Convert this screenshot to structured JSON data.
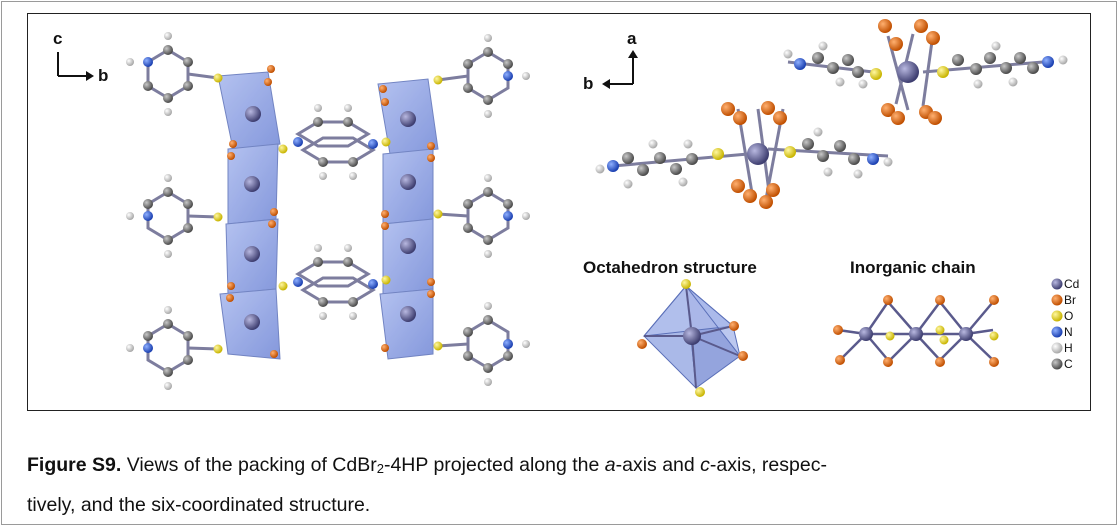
{
  "figure": {
    "panel_left_axes": {
      "vertical": "c",
      "horizontal": "b"
    },
    "panel_right_axes": {
      "vertical": "a",
      "horizontal": "b"
    },
    "octahedron_label": "Octahedron structure",
    "chain_label": "Inorganic chain",
    "legend": [
      {
        "label": "Cd",
        "color": "#5a5a8c"
      },
      {
        "label": "Br",
        "color": "#e06a10"
      },
      {
        "label": "O",
        "color": "#e8d818"
      },
      {
        "label": "N",
        "color": "#2a5ad8"
      },
      {
        "label": "H",
        "color": "#e8e8e8"
      },
      {
        "label": "C",
        "color": "#707070"
      }
    ]
  },
  "caption": {
    "label": "Figure S9.",
    "text_1": " Views of the packing of CdBr",
    "subscript": "2",
    "text_2": "-4HP projected along the ",
    "axis_a": "a",
    "text_3": "-axis and ",
    "axis_c": "c",
    "text_4": "-axis, respec-",
    "text_5": "tively, and the six-coordinated structure."
  }
}
